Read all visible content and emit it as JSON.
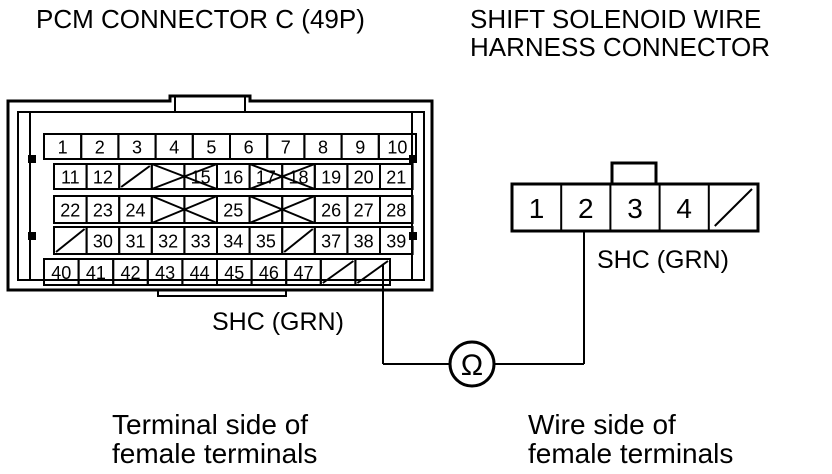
{
  "pcm_connector": {
    "title": "PCM CONNECTOR C (49P)",
    "rows": [
      [
        "1",
        "2",
        "3",
        "4",
        "5",
        "6",
        "7",
        "8",
        "9",
        "10"
      ],
      [
        "11",
        "12",
        "",
        "",
        "15",
        "16",
        "17",
        "18",
        "19",
        "20",
        "21"
      ],
      [
        "22",
        "23",
        "24",
        "",
        "",
        "25",
        "",
        "",
        "26",
        "27",
        "28"
      ],
      [
        "",
        "30",
        "31",
        "32",
        "33",
        "34",
        "35",
        "",
        "37",
        "38",
        "39"
      ],
      [
        "40",
        "41",
        "42",
        "43",
        "44",
        "45",
        "46",
        "47",
        "",
        ""
      ]
    ],
    "wire_label": "SHC (GRN)",
    "caption": [
      "Terminal side of",
      "female terminals"
    ]
  },
  "solenoid_connector": {
    "title": [
      "SHIFT SOLENOID WIRE",
      "HARNESS CONNECTOR"
    ],
    "pins": [
      "1",
      "2",
      "3",
      "4",
      ""
    ],
    "wire_label": "SHC (GRN)",
    "caption": [
      "Wire side of",
      "female terminals"
    ]
  },
  "meter_symbol": "Ω"
}
